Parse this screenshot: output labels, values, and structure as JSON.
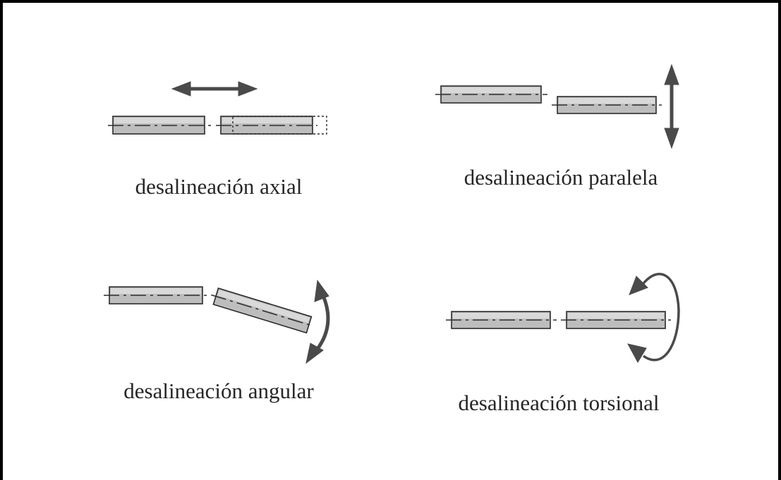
{
  "panels": {
    "axial": {
      "label": "desalineación axial"
    },
    "parallel": {
      "label": "desalineación paralela"
    },
    "angular": {
      "label": "desalineación angular"
    },
    "torsional": {
      "label": "desalineación torsional"
    }
  },
  "colors": {
    "border": "#000000",
    "shaft_fill": "#bdbdbd",
    "shaft_highlight": "#d9d9d9",
    "arrow": "#4a4a4a",
    "text": "#262626"
  }
}
